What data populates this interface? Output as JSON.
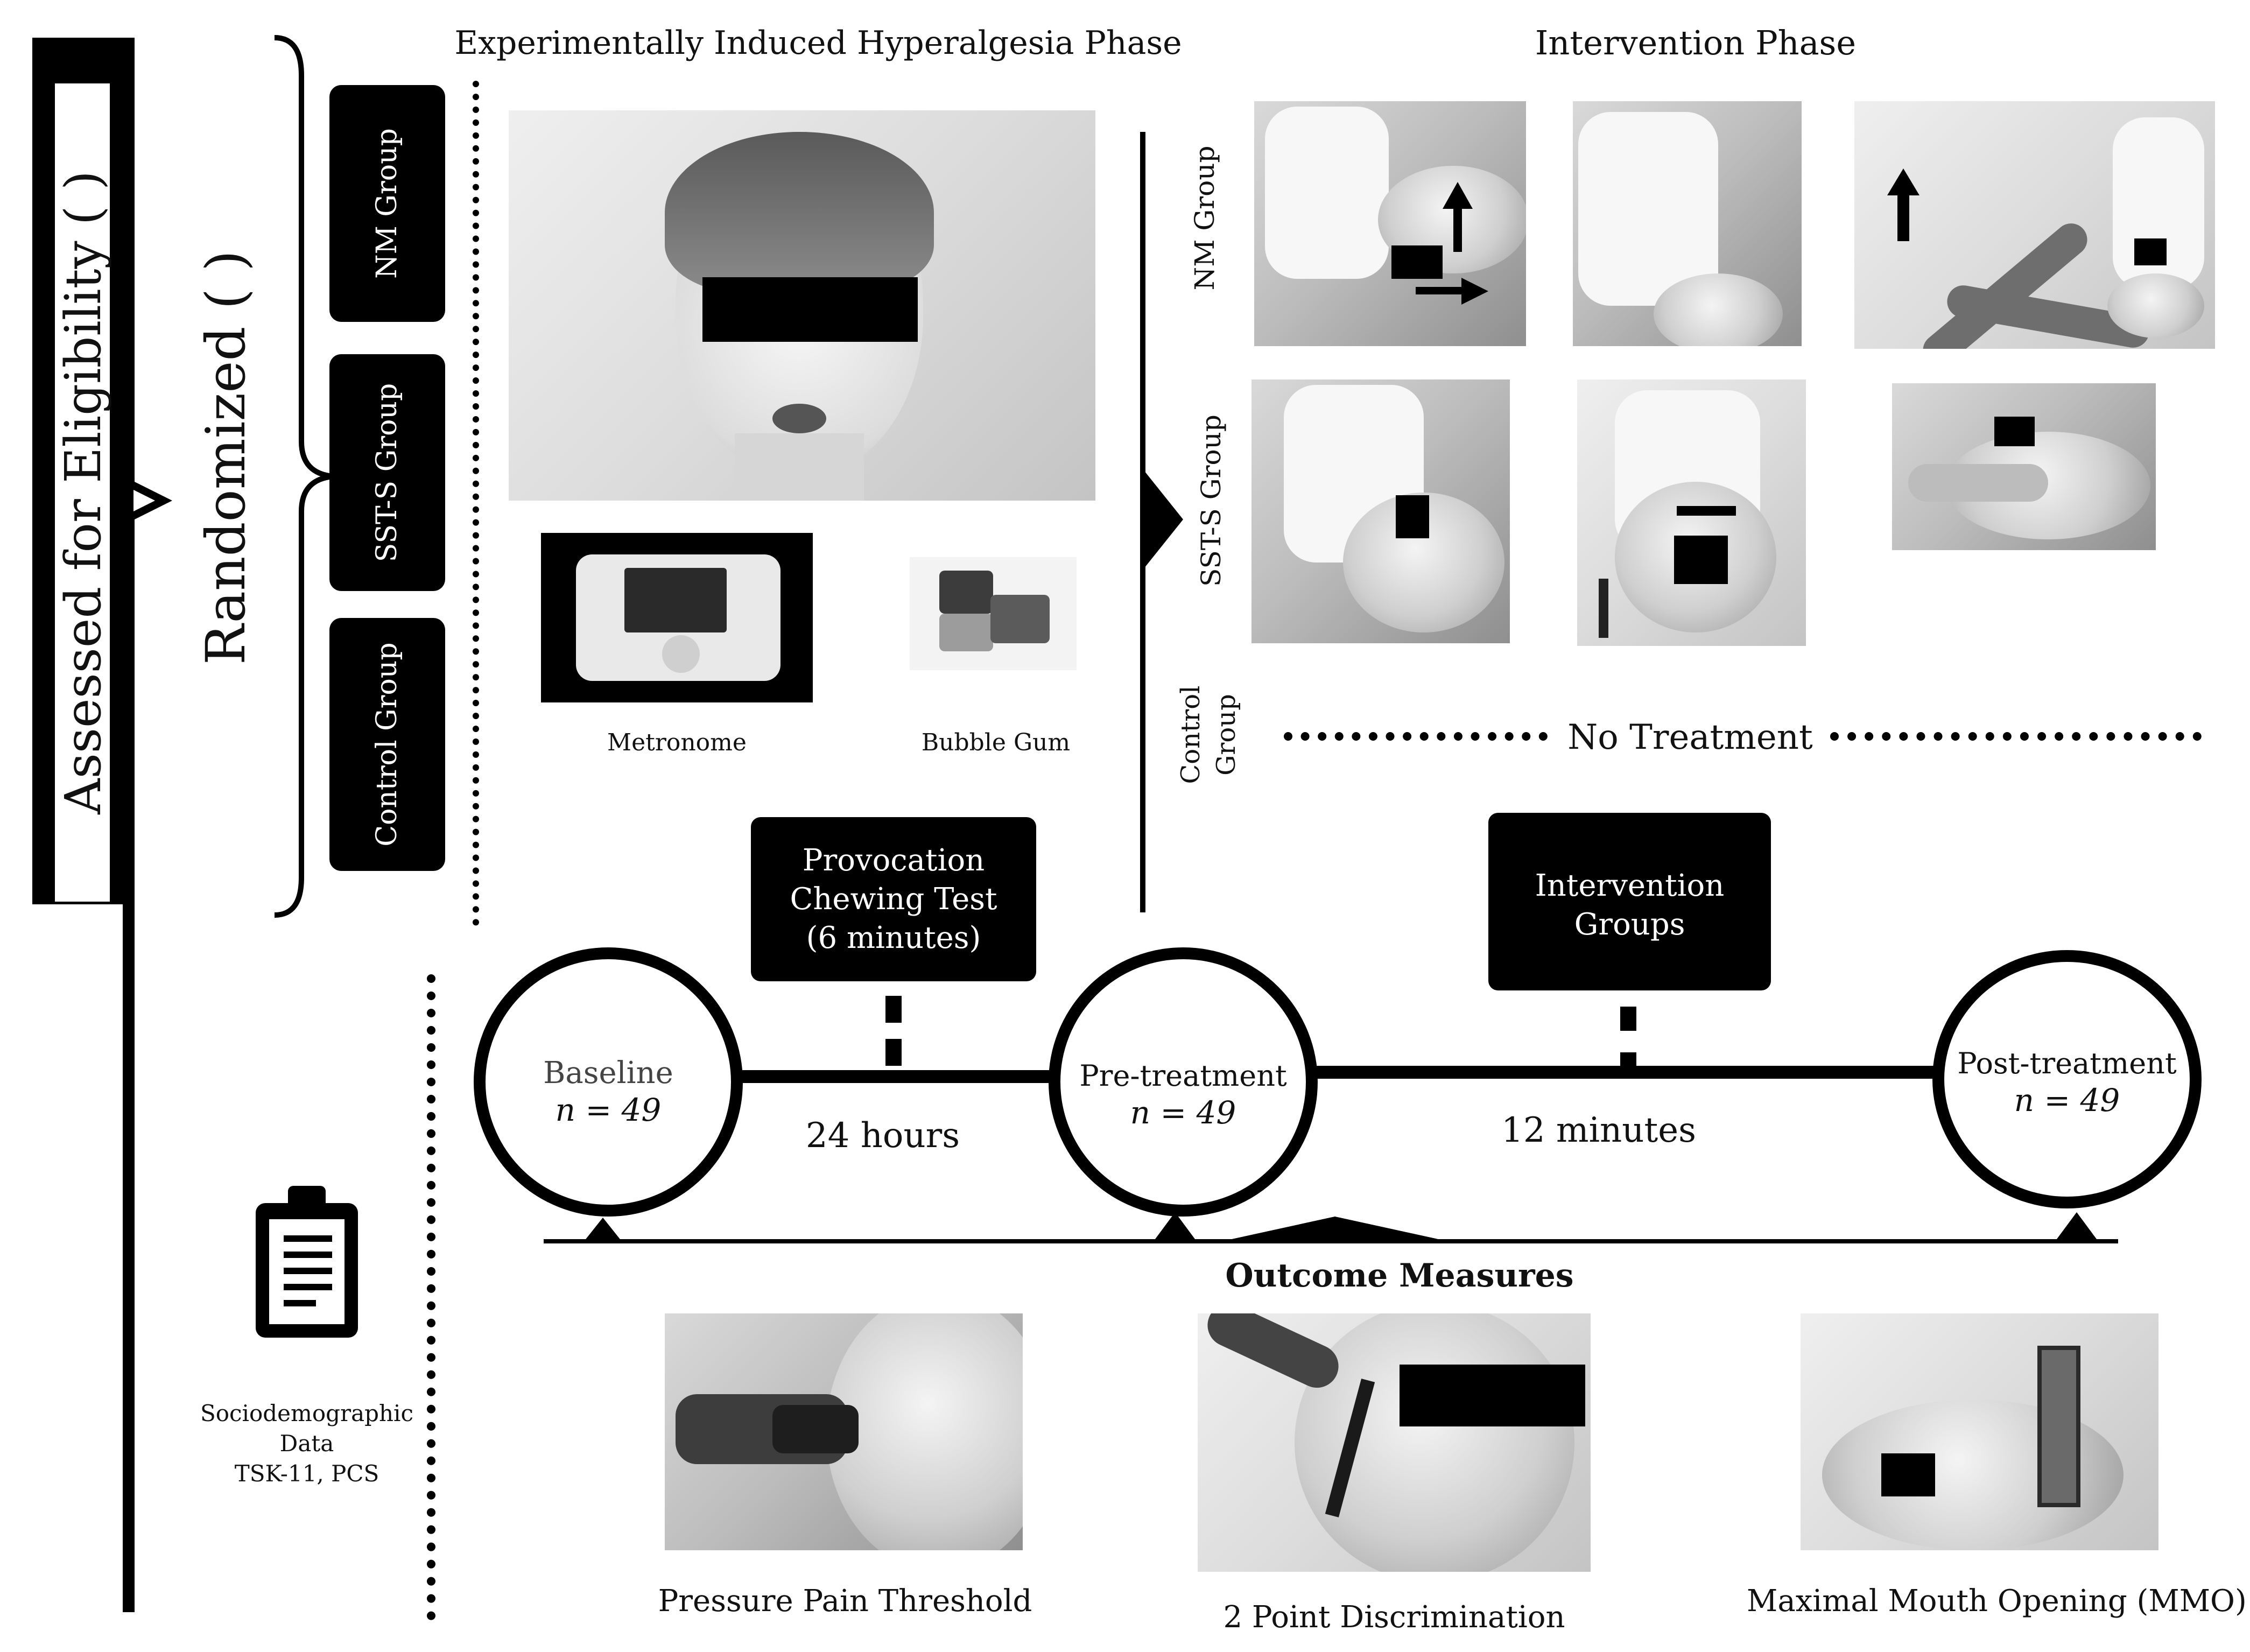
{
  "colors": {
    "ink": "#000000",
    "paper": "#ffffff",
    "photo_mid": "#bdbdbd"
  },
  "left_bar": {
    "eligibility_label": "Assessed for Eligibility (         )"
  },
  "randomized_label": "Randomized (         )",
  "group_boxes": [
    "NM Group",
    "SST-S Group",
    "Control Group"
  ],
  "phases": {
    "hyperalgesia": "Experimentally Induced Hyperalgesia Phase",
    "intervention": "Intervention Phase"
  },
  "devices": {
    "metronome": "Metronome",
    "bubble_gum": "Bubble Gum"
  },
  "intervention_rows": {
    "nm": "NM Group",
    "sst": "SST-S Group",
    "control_line1": "Control",
    "control_line2": "Group",
    "no_treatment": "No Treatment"
  },
  "timeline": {
    "provocation_box": [
      "Provocation",
      "Chewing Test",
      "(6 minutes)"
    ],
    "intervention_box": [
      "Intervention",
      "Groups"
    ],
    "baseline": {
      "label": "Baseline",
      "n": "n = 49"
    },
    "pretreatment": {
      "label": "Pre-treatment",
      "n": "n = 49"
    },
    "posttreatment": {
      "label": "Post-treatment",
      "n": "n = 49"
    },
    "interval1": "24 hours",
    "interval2": "12 minutes"
  },
  "sociodemographic": [
    "Sociodemographic",
    "Data",
    "TSK-11, PCS"
  ],
  "outcome_title": "Outcome Measures",
  "outcomes": [
    "Pressure Pain Threshold",
    "2 Point Discrimination",
    "Maximal Mouth Opening (MMO)"
  ],
  "icons": [
    "clipboard-icon",
    "arrow-up-icon",
    "arrow-right-icon",
    "chevron-right-icon",
    "triangle-marker-icon"
  ]
}
